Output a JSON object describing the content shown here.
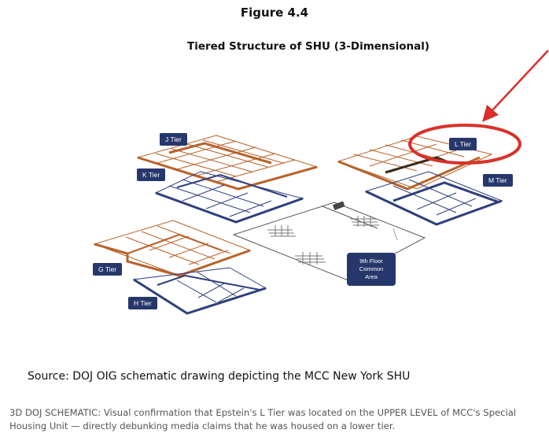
{
  "figure": {
    "number": "Figure 4.4",
    "title": "Tiered Structure of SHU (3-Dimensional)"
  },
  "tiers": {
    "j": "J Tier",
    "k": "K Tier",
    "l": "L Tier",
    "m": "M Tier",
    "g": "G Tier",
    "h": "H Tier"
  },
  "common_area": "9th Floor\nCommon\nArea",
  "source": "Source:  DOJ OIG schematic drawing depicting the MCC New York SHU",
  "caption": "3D DOJ SCHEMATIC: Visual confirmation that Epstein's L Tier was located on the UPPER LEVEL of MCC's Special Housing Unit — directly debunking media claims that he was housed on a lower tier.",
  "colors": {
    "upper_tier": "#b8622a",
    "lower_tier": "#2e3f7c",
    "label_bg": "#26376b",
    "highlight": "#d9302a"
  }
}
